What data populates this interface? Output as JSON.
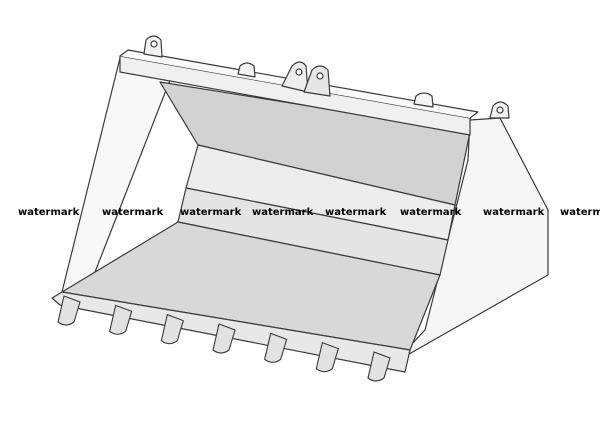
{
  "colors": {
    "outline": "#3a3a3a",
    "panel_light": "#f4f4f4",
    "panel_mid": "#e6e6e6",
    "panel_dark": "#cfcfcf",
    "floor": "#d9d9d9",
    "watermark_text": "#000000"
  },
  "watermarks": [
    "watermark",
    "watermark",
    "watermark",
    "watermark",
    "watermark",
    "watermark",
    "watermark",
    "watermark"
  ],
  "teeth_count": 7
}
